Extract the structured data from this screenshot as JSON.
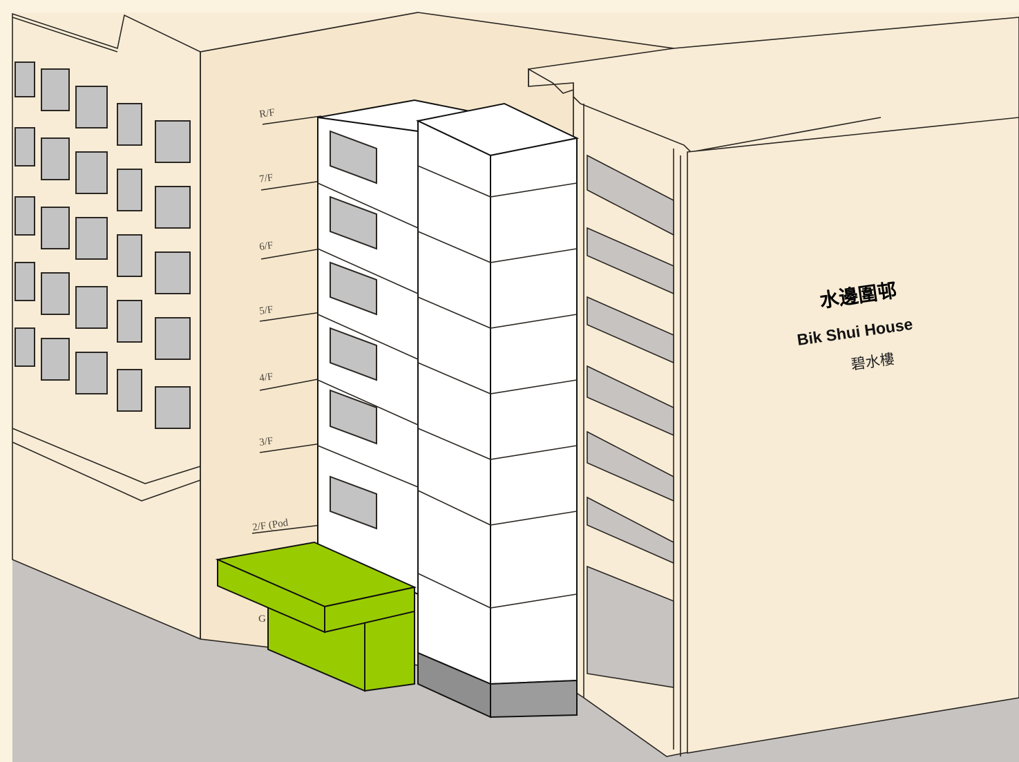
{
  "figure": {
    "background_color": "#fbf3df",
    "wall_color": "#f8ecd6",
    "ground_color": "#c6c3c1",
    "highlight_color": "#99cc00",
    "floors": [
      "R/F",
      "7/F",
      "6/F",
      "5/F",
      "4/F",
      "3/F",
      "2/F (Pod",
      "G"
    ],
    "sign": {
      "chinese_name": "水邊圍邨",
      "english_name": "Bik Shui House",
      "chinese_house": "碧水樓"
    }
  }
}
